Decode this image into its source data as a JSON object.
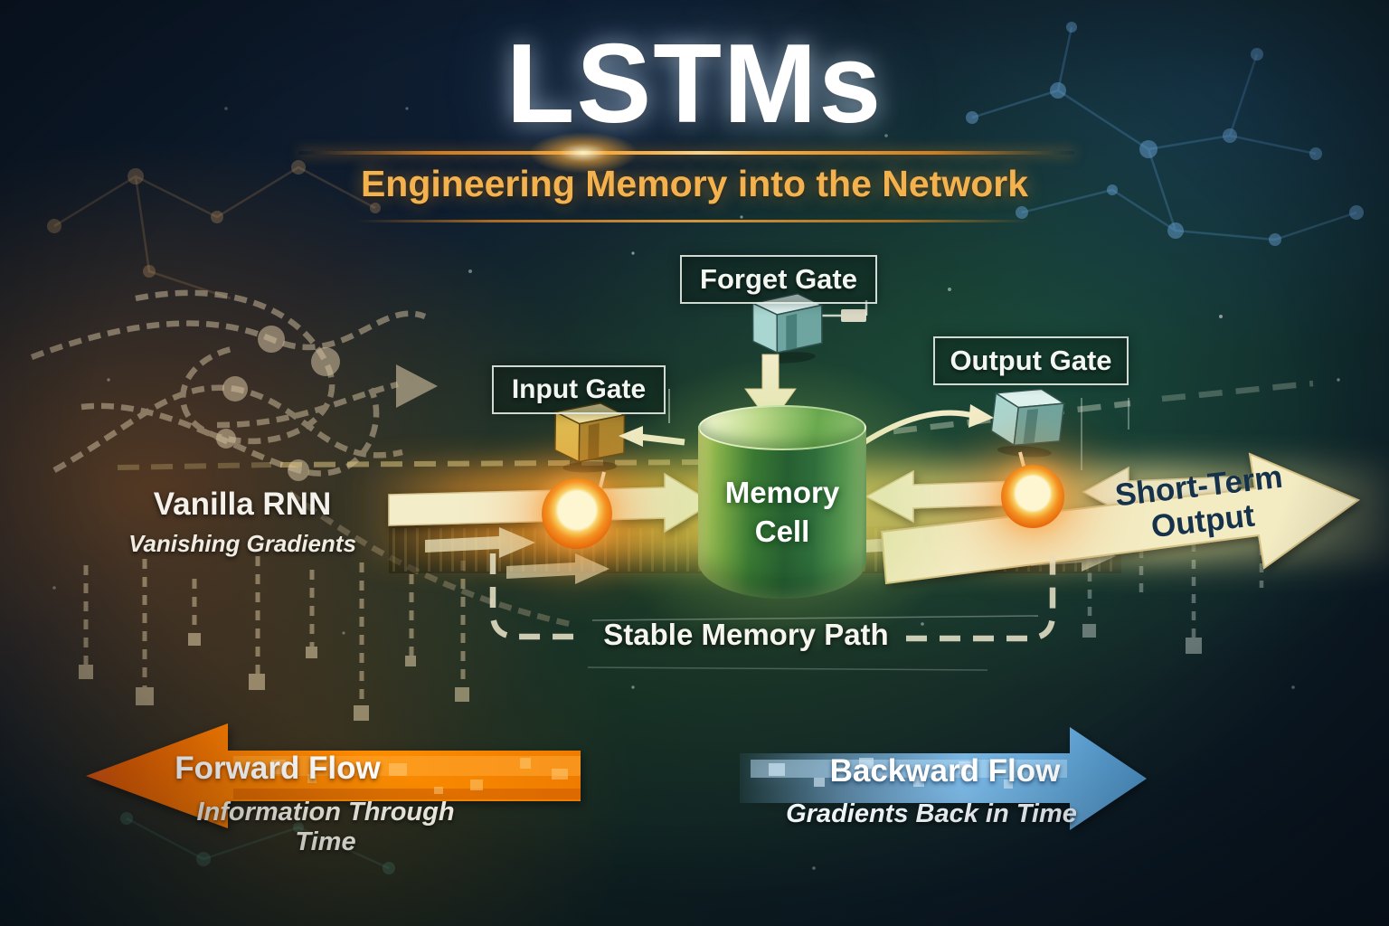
{
  "header": {
    "title": "LSTMs",
    "subtitle": "Engineering Memory into the Network"
  },
  "diagram": {
    "forget_gate_label": "Forget Gate",
    "input_gate_label": "Input Gate",
    "output_gate_label": "Output Gate",
    "memory_cell_label": "Memory Cell",
    "vanilla_rnn_title": "Vanilla RNN",
    "vanilla_rnn_subtitle": "Vanishing Gradients",
    "short_term_output_label": "Short-Term Output",
    "stable_memory_path_label": "Stable Memory Path"
  },
  "flows": {
    "forward": {
      "label": "Forward Flow",
      "caption": "Information Through Time",
      "direction": "left",
      "color": "#f57c00"
    },
    "backward": {
      "label": "Backward Flow",
      "caption": "Gradients Back in Time",
      "direction": "right",
      "color": "#64a8d8"
    }
  },
  "colors": {
    "title_text": "#ffffff",
    "subtitle_accent": "#f3b24d",
    "divider_orange": "#f08a1e",
    "memory_cell_green": "#2f6b33",
    "beam_yellow": "#f5d96a",
    "junction_node_orange": "#f08013",
    "cream_arrow": "#f2ecc8",
    "short_term_text": "#16324a",
    "background_navy": "#0b1726",
    "background_teal": "#10231f"
  }
}
